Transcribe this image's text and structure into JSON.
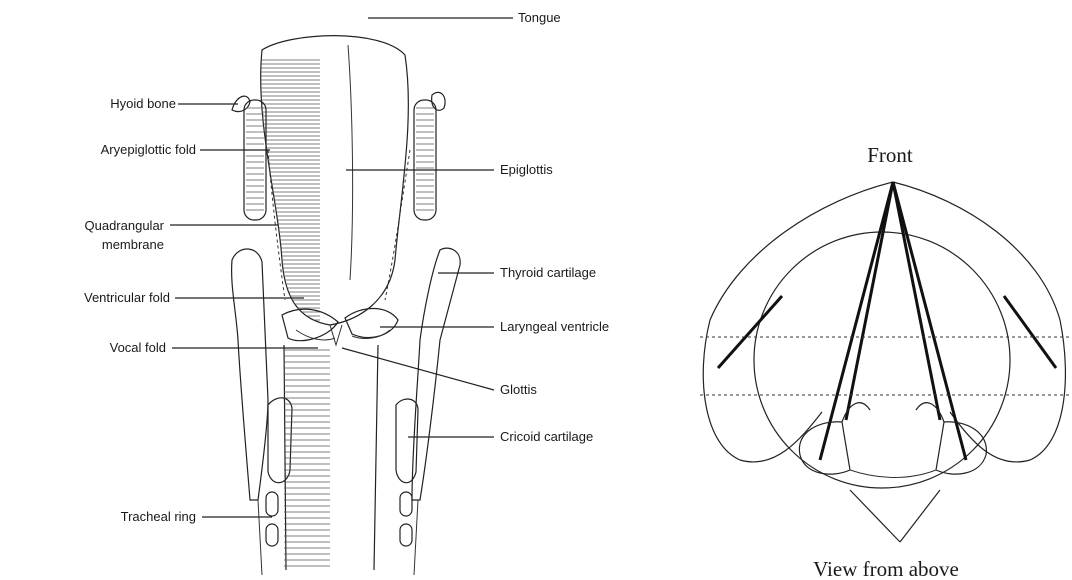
{
  "left_diagram": {
    "labels": {
      "tongue": "Tongue",
      "hyoid_bone": "Hyoid bone",
      "aryepiglottic_fold": "Aryepiglottic fold",
      "epiglottis": "Epiglottis",
      "quadrangular_1": "Quadrangular",
      "quadrangular_2": "membrane",
      "thyroid_cartilage": "Thyroid cartilage",
      "ventricular_fold": "Ventricular fold",
      "laryngeal_ventricle": "Laryngeal ventricle",
      "vocal_fold": "Vocal fold",
      "glottis": "Glottis",
      "cricoid_cartilage": "Cricoid cartilage",
      "tracheal_ring": "Tracheal ring"
    }
  },
  "right_diagram": {
    "labels": {
      "front": "Front",
      "view_from_above": "View from above"
    }
  }
}
